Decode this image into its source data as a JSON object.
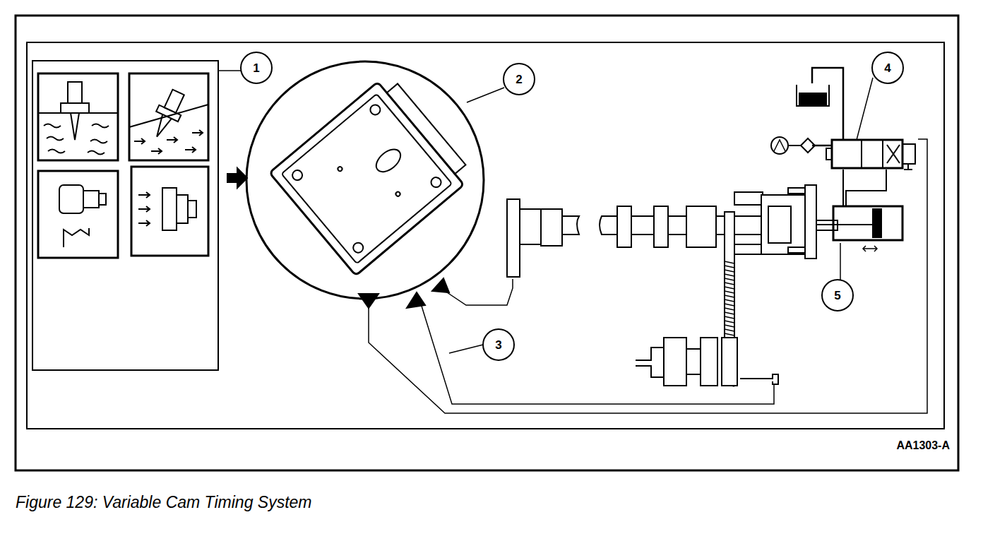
{
  "diagram": {
    "caption": "Figure 129: Variable Cam Timing System",
    "nodes": [
      {
        "text": [
          "1"
        ]
      },
      {
        "text": [
          "2"
        ]
      },
      {
        "text": [
          "3"
        ]
      },
      {
        "text": [
          "4"
        ]
      },
      {
        "text": [
          "5"
        ]
      }
    ],
    "labels": [
      "AA1303-A"
    ]
  }
}
